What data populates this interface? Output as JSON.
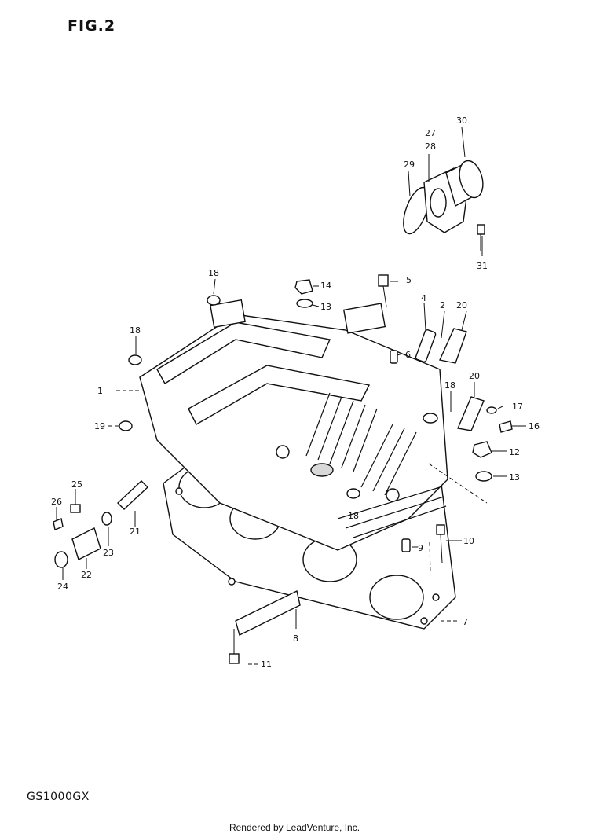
{
  "figure": {
    "title": "FIG.2",
    "model": "GS1000GX",
    "footer": "Rendered by LeadVenture, Inc."
  },
  "callouts": [
    {
      "id": "c1",
      "label": "1"
    },
    {
      "id": "c2",
      "label": "2"
    },
    {
      "id": "c4",
      "label": "4"
    },
    {
      "id": "c5",
      "label": "5"
    },
    {
      "id": "c6",
      "label": "6"
    },
    {
      "id": "c7",
      "label": "7"
    },
    {
      "id": "c8",
      "label": "8"
    },
    {
      "id": "c9",
      "label": "9"
    },
    {
      "id": "c10",
      "label": "10"
    },
    {
      "id": "c11",
      "label": "11"
    },
    {
      "id": "c12",
      "label": "12"
    },
    {
      "id": "c13a",
      "label": "13"
    },
    {
      "id": "c13b",
      "label": "13"
    },
    {
      "id": "c14",
      "label": "14"
    },
    {
      "id": "c16",
      "label": "16"
    },
    {
      "id": "c17",
      "label": "17"
    },
    {
      "id": "c18a",
      "label": "18"
    },
    {
      "id": "c18b",
      "label": "18"
    },
    {
      "id": "c18c",
      "label": "18"
    },
    {
      "id": "c18d",
      "label": "18"
    },
    {
      "id": "c19",
      "label": "19"
    },
    {
      "id": "c20a",
      "label": "20"
    },
    {
      "id": "c20b",
      "label": "20"
    },
    {
      "id": "c21",
      "label": "21"
    },
    {
      "id": "c22",
      "label": "22"
    },
    {
      "id": "c23",
      "label": "23"
    },
    {
      "id": "c24",
      "label": "24"
    },
    {
      "id": "c25",
      "label": "25"
    },
    {
      "id": "c26",
      "label": "26"
    },
    {
      "id": "c27",
      "label": "27"
    },
    {
      "id": "c28",
      "label": "28"
    },
    {
      "id": "c29",
      "label": "29"
    },
    {
      "id": "c30",
      "label": "30"
    },
    {
      "id": "c31",
      "label": "31"
    }
  ]
}
